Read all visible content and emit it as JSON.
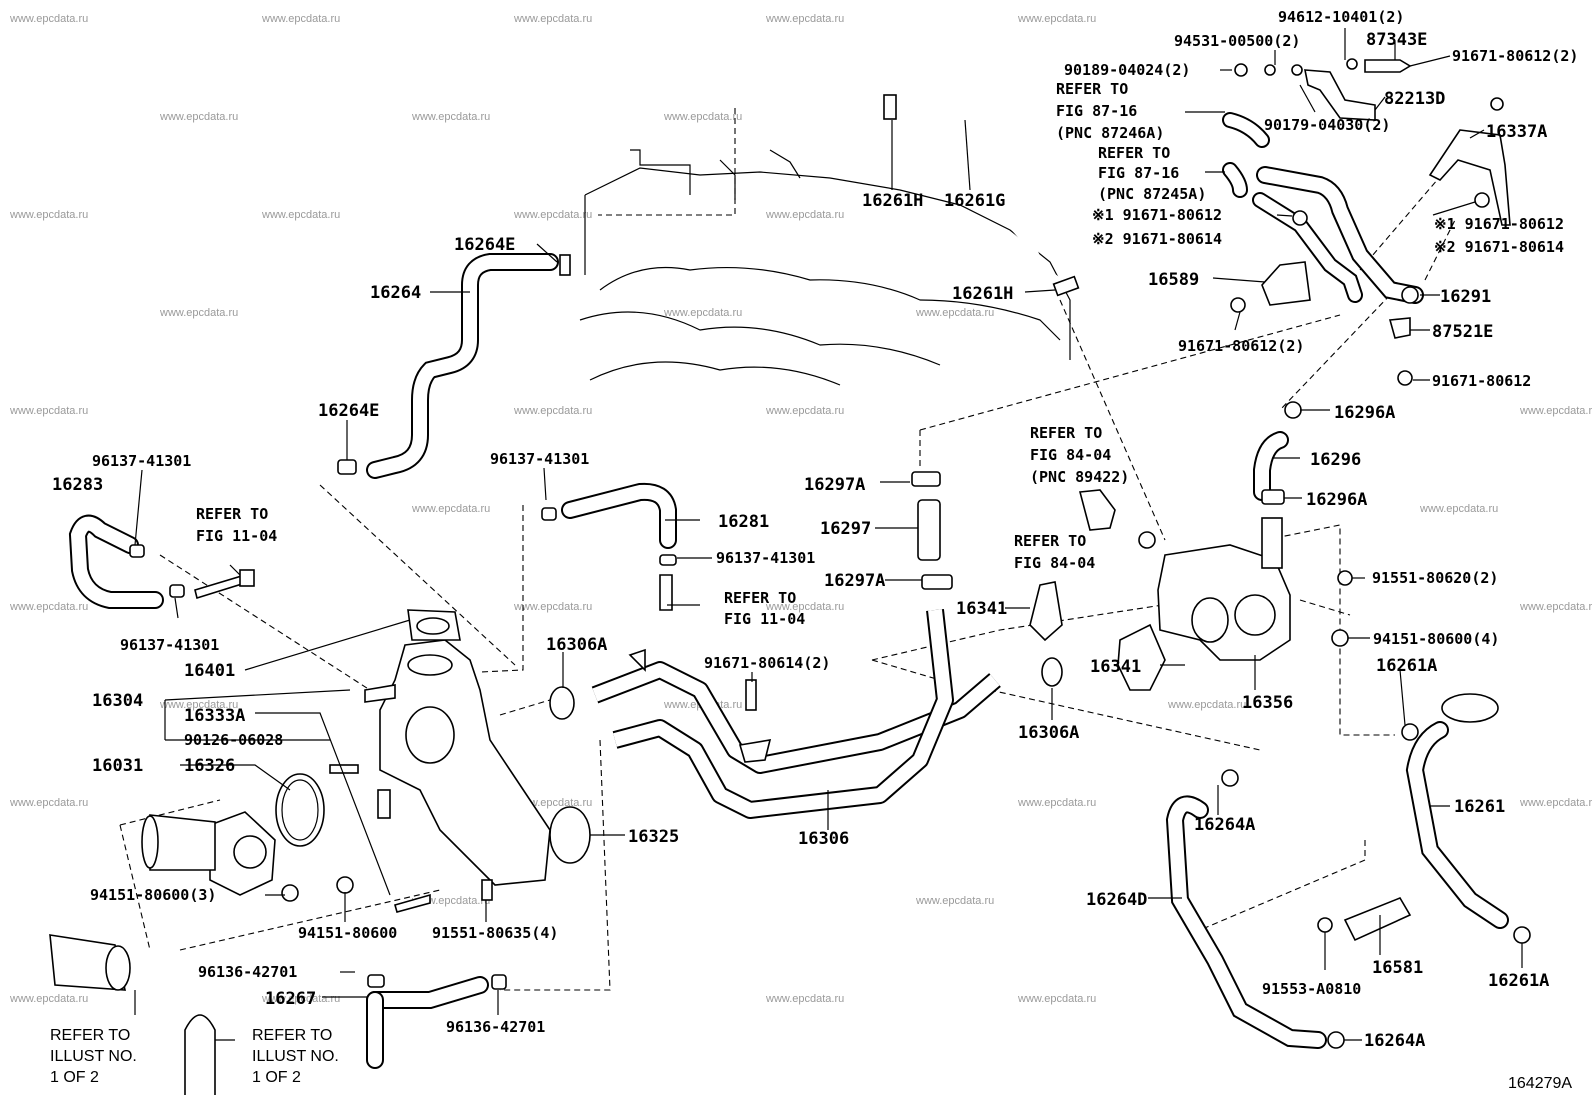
{
  "watermark": "www.epcdata.ru",
  "diagram_id": "164279A",
  "labels": {
    "p94612": "94612-10401(2)",
    "p94531": "94531-00500(2)",
    "p87343E": "87343E",
    "p91671_80612_2_top": "91671-80612(2)",
    "p90189": "90189-04024(2)",
    "p82213D": "82213D",
    "p90179": "90179-04030(2)",
    "p16337A": "16337A",
    "p16261H_top": "16261H",
    "p16261G": "16261G",
    "p91671_80612_left": "※1 91671-80612",
    "p91671_80614_left": "※2 91671-80614",
    "p91671_80612_right": "※1 91671-80612",
    "p91671_80614_right": "※2 91671-80614",
    "p16264E_top": "16264E",
    "p16264": "16264",
    "p16261H_mid": "16261H",
    "p16589": "16589",
    "p16291": "16291",
    "p91671_80612_2_mid": "91671-80612(2)",
    "p87521E": "87521E",
    "p91671_80612_single": "91671-80612",
    "p16264E_mid": "16264E",
    "p16296A_top": "16296A",
    "p96137_41301_a": "96137-41301",
    "p16283": "16283",
    "p96137_41301_b": "96137-41301",
    "p16296": "16296",
    "p16297A_top": "16297A",
    "p16281": "16281",
    "p16296A_bot": "16296A",
    "p16297": "16297",
    "p96137_41301_c": "96137-41301",
    "p16297A_bot": "16297A",
    "p91551_80620": "91551-80620(2)",
    "p96137_41301_d": "96137-41301",
    "p16341_top": "16341",
    "p94151_80600_4": "94151-80600(4)",
    "p16306A_top": "16306A",
    "p91671_80614_2": "91671-80614(2)",
    "p16261A_top": "16261A",
    "p16401": "16401",
    "p16341_bot": "16341",
    "p16304": "16304",
    "p16356": "16356",
    "p16333A": "16333A",
    "p90126": "90126-06028",
    "p16306A_bot": "16306A",
    "p16031": "16031",
    "p16326": "16326",
    "p16261": "16261",
    "p16264A_top": "16264A",
    "p16325": "16325",
    "p16306": "16306",
    "p16264D": "16264D",
    "p94151_80600_3": "94151-80600(3)",
    "p94151_80600": "94151-80600",
    "p91551_80635": "91551-80635(4)",
    "p16581": "16581",
    "p16261A_bot": "16261A",
    "p96136_42701_a": "96136-42701",
    "p16267": "16267",
    "p91553": "91553-A0810",
    "p16264A_bot": "16264A",
    "p96136_42701_b": "96136-42701"
  },
  "refs": {
    "r87_16_a": [
      "REFER TO",
      "FIG 87-16",
      "(PNC 87246A)"
    ],
    "r87_16_b": [
      "REFER TO",
      "FIG 87-16",
      "(PNC 87245A)"
    ],
    "r11_04_a": [
      "REFER TO",
      "FIG 11-04"
    ],
    "r11_04_b": [
      "REFER TO",
      "FIG 11-04"
    ],
    "r84_04_a": [
      "REFER TO",
      "FIG 84-04",
      "(PNC 89422)"
    ],
    "r84_04_b": [
      "REFER TO",
      "FIG 84-04"
    ],
    "r_illust_a": [
      "REFER TO",
      "ILLUST NO.",
      "1 OF 2"
    ],
    "r_illust_b": [
      "REFER TO",
      "ILLUST NO.",
      "1 OF 2"
    ]
  }
}
